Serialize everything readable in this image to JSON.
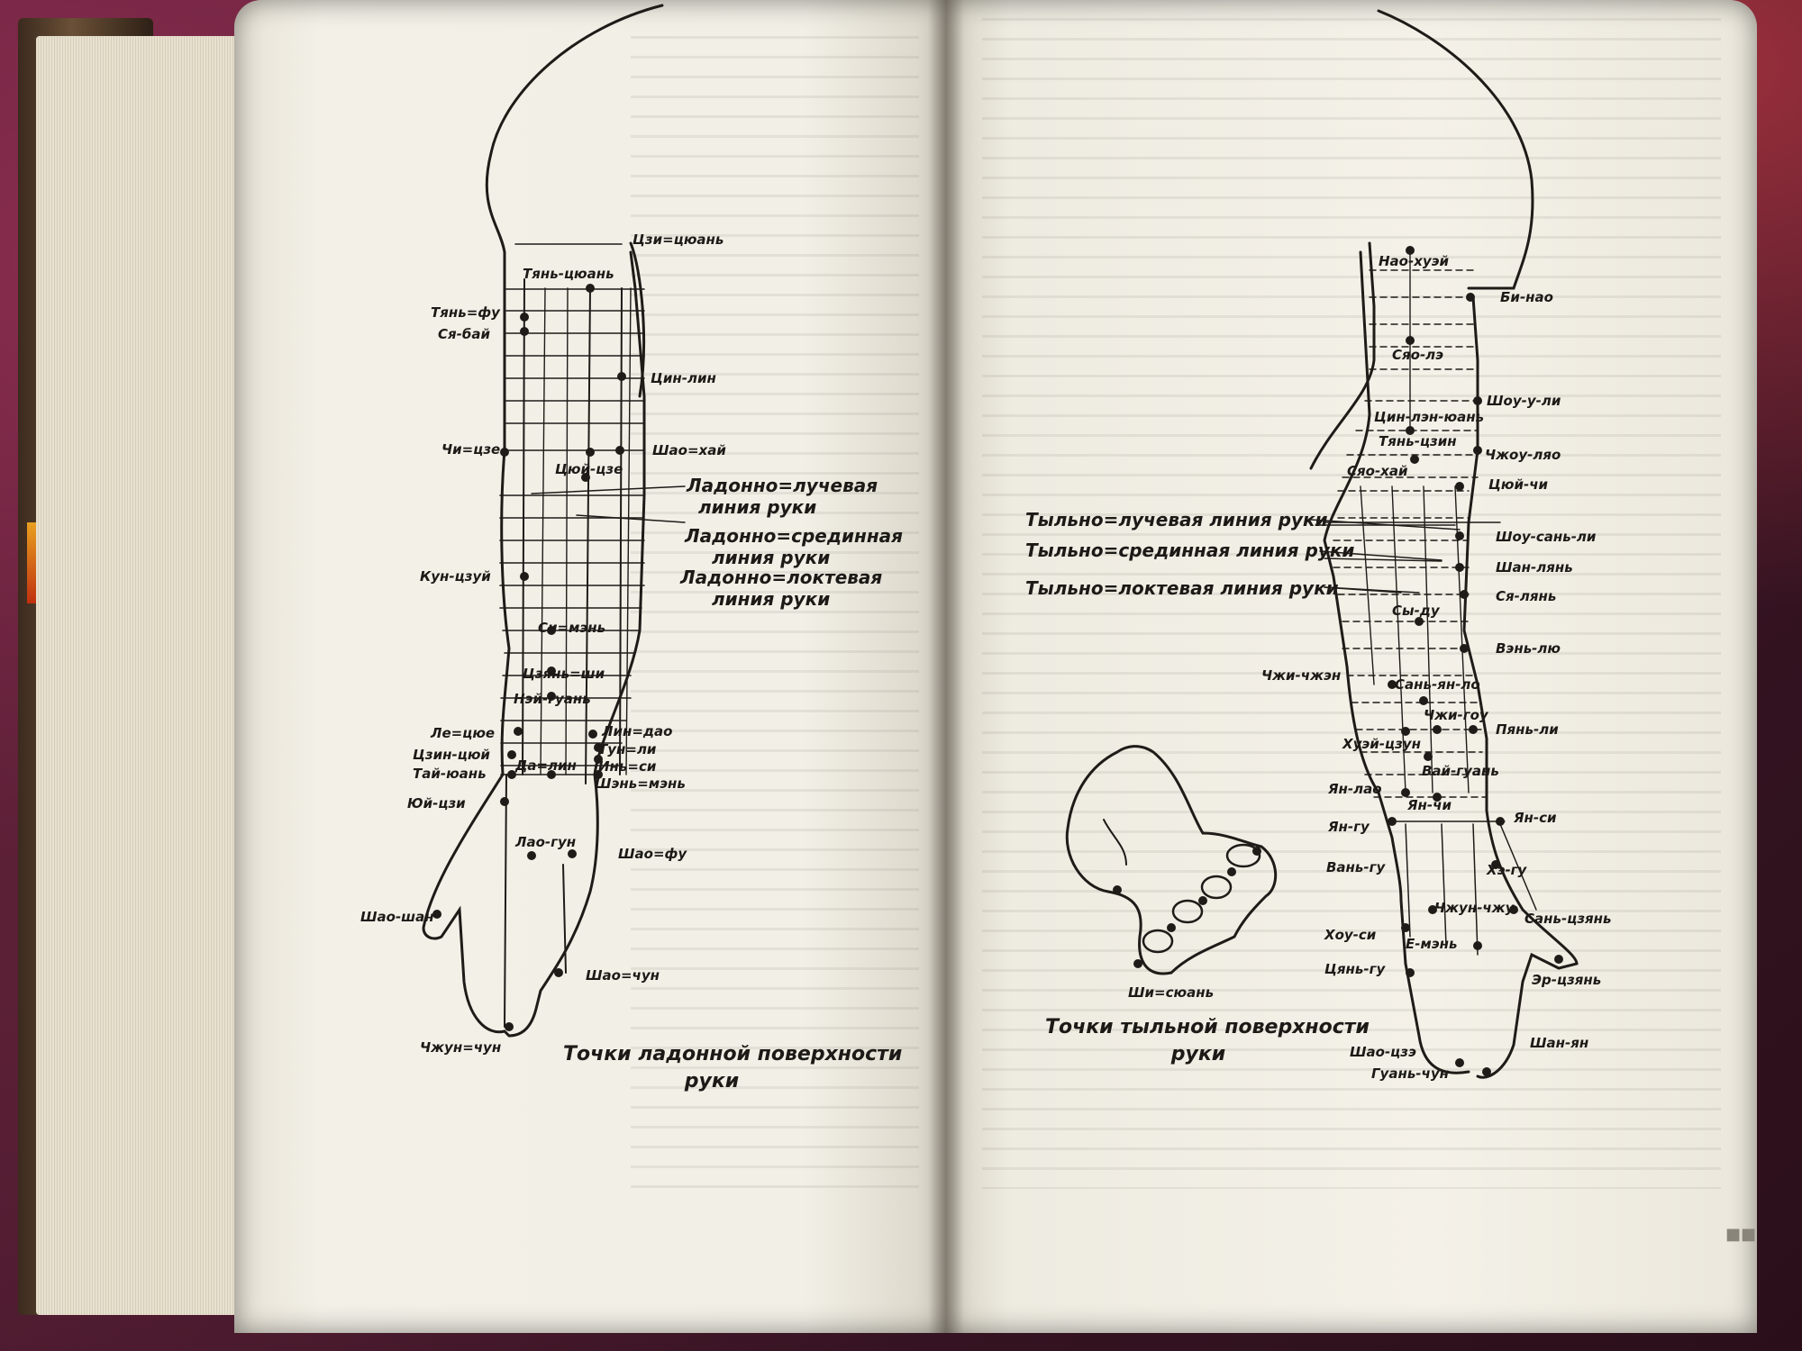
{
  "left_page": {
    "caption_line1": "Точки ладонной поверхности",
    "caption_line2": "руки",
    "line_labels": [
      "Ладонно=лучевая",
      "линия руки",
      "Ладонно=срединная",
      "линия руки",
      "Ладонно=локтевая",
      "линия руки"
    ],
    "points": [
      "Цзи=цюань",
      "Тянь-цюань",
      "Тянь=фу",
      "Ся-бай",
      "Цин-лин",
      "Чи=цзе",
      "Шао=хай",
      "Цюй-цзе",
      "Кун-цзуй",
      "Си=мэнь",
      "Цзянь=ши",
      "Нэй-гуань",
      "Ле=цюе",
      "Цзин-цюй",
      "Тай-юань",
      "Юй-цзи",
      "Да=лин",
      "Лин=дао",
      "Тун=ли",
      "Инь=си",
      "Шэнь=мэнь",
      "Лао-гун",
      "Шао=фу",
      "Шао-шан",
      "Шао=чун",
      "Чжун=чун"
    ]
  },
  "right_page": {
    "caption_line1": "Точки тыльной поверхности",
    "caption_line2": "руки",
    "line_labels": [
      "Тыльно=лучевая линия руки",
      "Тыльно=срединная линия руки",
      "Тыльно=локтевая линия руки"
    ],
    "points": [
      "Нао-хуэй",
      "Би-нао",
      "Сяо-лэ",
      "Шоу-у-ли",
      "Цин-лэн-юань",
      "Тянь-цзин",
      "Чжоу-ляо",
      "Сяо-хай",
      "Цюй-чи",
      "Шоу-сань-ли",
      "Шан-лянь",
      "Ся-лянь",
      "Сы-ду",
      "Вэнь-лю",
      "Чжи-чжэн",
      "Сань-ян-ло",
      "Чжи-гоу",
      "Пянь-ли",
      "Хуэй-цзун",
      "Вай-гуань",
      "Ян-лао",
      "Ян-чи",
      "Ян-гу",
      "Ян-си",
      "Вань-гу",
      "Хэ-гу",
      "Чжун-чжу",
      "Сань-цзянь",
      "Хоу-си",
      "Е-мэнь",
      "Цянь-гу",
      "Эр-цзянь",
      "Шао-цзэ",
      "Гуань-чун",
      "Шан-ян",
      "Ши=сюань"
    ]
  }
}
